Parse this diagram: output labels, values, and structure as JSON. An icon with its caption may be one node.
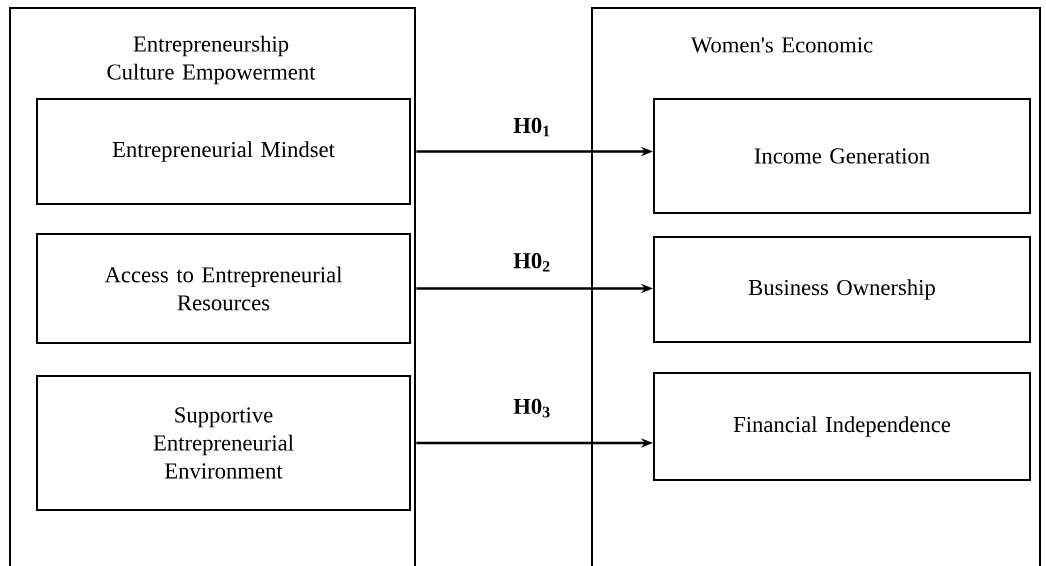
{
  "diagram": {
    "nodes": [
      {
        "text": [
          "Entrepreneurship Culture Empowerment"
        ]
      },
      {
        "text": [
          "Entrepreneurial Mindset"
        ],
        "in": 0
      },
      {
        "text": [
          "Access to Entrepreneurial Resources"
        ],
        "in": 0
      },
      {
        "text": [
          "Supportive Entrepreneurial Environment"
        ],
        "in": 0
      },
      {
        "text": [
          "Women's Economic"
        ]
      },
      {
        "text": [
          "Income Generation"
        ],
        "in": 4
      },
      {
        "text": [
          "Business Ownership"
        ],
        "in": 4
      },
      {
        "text": [
          "Financial Independence"
        ],
        "in": 4
      }
    ],
    "edges": [
      {
        "from": 1,
        "to": 5,
        "arrow": "to",
        "label": "H0$_{1}$"
      },
      {
        "from": 2,
        "to": 6,
        "arrow": "to",
        "label": "H0$_{2}$"
      },
      {
        "from": 3,
        "to": 7,
        "arrow": "to",
        "label": "H0$_{3}$"
      }
    ]
  }
}
